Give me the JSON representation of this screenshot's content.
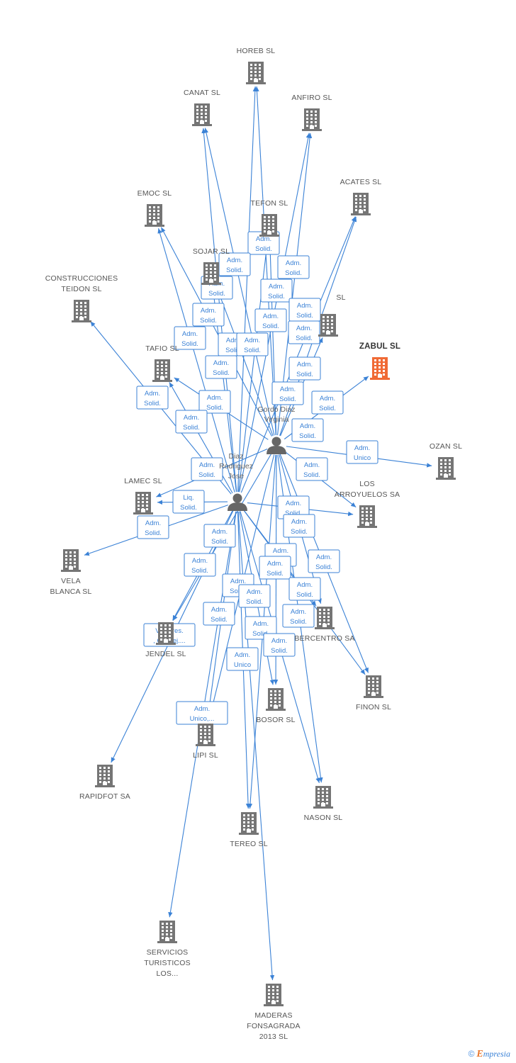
{
  "colors": {
    "edge": "#3b82d6",
    "building": "#757575",
    "focus_building": "#f06a35",
    "person": "#666666"
  },
  "footer": {
    "copyright": "©",
    "brand_initial": "E",
    "brand_rest": "mpresia"
  },
  "persons": [
    {
      "id": "p1",
      "lines": [
        "Gordo Diaz",
        "Virginia"
      ]
    },
    {
      "id": "p2",
      "lines": [
        "Diaz",
        "Rodriguez",
        "Jose"
      ]
    }
  ],
  "companies": [
    {
      "id": "horeb",
      "lines": [
        "HOREB SL"
      ]
    },
    {
      "id": "canat",
      "lines": [
        "CANAT SL"
      ]
    },
    {
      "id": "anfiro",
      "lines": [
        "ANFIRO SL"
      ]
    },
    {
      "id": "acates",
      "lines": [
        "ACATES SL"
      ]
    },
    {
      "id": "emoc",
      "lines": [
        "EMOC SL"
      ]
    },
    {
      "id": "tefon",
      "lines": [
        "TEFON SL"
      ]
    },
    {
      "id": "sojar",
      "lines": [
        "SOJAR SL"
      ]
    },
    {
      "id": "construcciones",
      "lines": [
        "CONSTRUCCIONES",
        "TEIDON SL"
      ]
    },
    {
      "id": "hidden_sl",
      "lines": [
        "SL"
      ]
    },
    {
      "id": "zabul",
      "lines": [
        "ZABUL SL"
      ],
      "focus": true
    },
    {
      "id": "tafio",
      "lines": [
        "TAFIO SL"
      ]
    },
    {
      "id": "ozan",
      "lines": [
        "OZAN SL"
      ]
    },
    {
      "id": "lamec",
      "lines": [
        "LAMEC SL"
      ]
    },
    {
      "id": "arroyuelos",
      "lines": [
        "LOS",
        "ARROYUELOS SA"
      ]
    },
    {
      "id": "vela",
      "lines": [
        "VELA",
        "BLANCA SL"
      ]
    },
    {
      "id": "bercentro",
      "lines": [
        "BERCENTRO SA"
      ]
    },
    {
      "id": "jendel",
      "lines": [
        "JENDEL SL"
      ]
    },
    {
      "id": "finon",
      "lines": [
        "FINON SL"
      ]
    },
    {
      "id": "bosor",
      "lines": [
        "BOSOR SL"
      ]
    },
    {
      "id": "lipi",
      "lines": [
        "LIPI SL"
      ]
    },
    {
      "id": "rapidfot",
      "lines": [
        "RAPIDFOT SA"
      ]
    },
    {
      "id": "nason",
      "lines": [
        "NASON SL"
      ]
    },
    {
      "id": "tereo",
      "lines": [
        "TEREO SL"
      ]
    },
    {
      "id": "servicios",
      "lines": [
        "SERVICIOS",
        "TURISTICOS",
        "LOS..."
      ]
    },
    {
      "id": "maderas",
      "lines": [
        "MADERAS",
        "FONSAGRADA",
        "2013  SL"
      ]
    }
  ],
  "edges": [
    {
      "from": "p1",
      "to": "horeb"
    },
    {
      "from": "p1",
      "to": "canat"
    },
    {
      "from": "p1",
      "to": "anfiro"
    },
    {
      "from": "p1",
      "to": "acates"
    },
    {
      "from": "p1",
      "to": "emoc"
    },
    {
      "from": "p1",
      "to": "tefon"
    },
    {
      "from": "p1",
      "to": "sojar"
    },
    {
      "from": "p1",
      "to": "hidden_sl"
    },
    {
      "from": "p1",
      "to": "zabul"
    },
    {
      "from": "p1",
      "to": "tafio"
    },
    {
      "from": "p1",
      "to": "ozan"
    },
    {
      "from": "p1",
      "to": "arroyuelos"
    },
    {
      "from": "p1",
      "to": "bercentro"
    },
    {
      "from": "p1",
      "to": "finon"
    },
    {
      "from": "p1",
      "to": "bosor"
    },
    {
      "from": "p1",
      "to": "nason"
    },
    {
      "from": "p1",
      "to": "tereo"
    },
    {
      "from": "p1",
      "to": "jendel"
    },
    {
      "from": "p1",
      "to": "lipi"
    },
    {
      "from": "p1",
      "to": "lamec"
    },
    {
      "from": "p2",
      "to": "horeb"
    },
    {
      "from": "p2",
      "to": "canat"
    },
    {
      "from": "p2",
      "to": "anfiro"
    },
    {
      "from": "p2",
      "to": "acates"
    },
    {
      "from": "p2",
      "to": "emoc"
    },
    {
      "from": "p2",
      "to": "tefon"
    },
    {
      "from": "p2",
      "to": "sojar"
    },
    {
      "from": "p2",
      "to": "construcciones"
    },
    {
      "from": "p2",
      "to": "tafio"
    },
    {
      "from": "p2",
      "to": "lamec"
    },
    {
      "from": "p2",
      "to": "vela"
    },
    {
      "from": "p2",
      "to": "arroyuelos"
    },
    {
      "from": "p2",
      "to": "jendel"
    },
    {
      "from": "p2",
      "to": "bercentro"
    },
    {
      "from": "p2",
      "to": "finon"
    },
    {
      "from": "p2",
      "to": "bosor"
    },
    {
      "from": "p2",
      "to": "lipi"
    },
    {
      "from": "p2",
      "to": "rapidfot"
    },
    {
      "from": "p2",
      "to": "nason"
    },
    {
      "from": "p2",
      "to": "tereo"
    },
    {
      "from": "p2",
      "to": "servicios"
    },
    {
      "from": "p2",
      "to": "maderas"
    }
  ],
  "roles": [
    {
      "lines": [
        "Adm.",
        "Solid."
      ]
    },
    {
      "lines": [
        "Adm.",
        "Solid."
      ]
    },
    {
      "lines": [
        "Adm.",
        "Solid."
      ]
    },
    {
      "lines": [
        "Adm.",
        "Solid."
      ]
    },
    {
      "lines": [
        "Adm.",
        "Solid."
      ]
    },
    {
      "lines": [
        "Adm.",
        "Solid."
      ]
    },
    {
      "lines": [
        "Adm.",
        "Solid."
      ]
    },
    {
      "lines": [
        "Adm.",
        "Solid."
      ]
    },
    {
      "lines": [
        "Adm.",
        "Solid."
      ]
    },
    {
      "lines": [
        "Adm.",
        "Solid."
      ]
    },
    {
      "lines": [
        "Adm.",
        "Solid."
      ]
    },
    {
      "lines": [
        "Adm.",
        "Solid."
      ]
    },
    {
      "lines": [
        "Adm.",
        "Solid."
      ]
    },
    {
      "lines": [
        "Adm.",
        "Solid."
      ]
    },
    {
      "lines": [
        "Adm.",
        "Solid."
      ]
    },
    {
      "lines": [
        "Adm.",
        "Solid."
      ]
    },
    {
      "lines": [
        "Adm.",
        "Solid."
      ]
    },
    {
      "lines": [
        "Adm.",
        "Solid."
      ]
    },
    {
      "lines": [
        "Adm.",
        "Solid."
      ]
    },
    {
      "lines": [
        "Adm.",
        "Solid."
      ]
    },
    {
      "lines": [
        "Adm.",
        "Unico"
      ]
    },
    {
      "lines": [
        "Adm.",
        "Solid."
      ]
    },
    {
      "lines": [
        "Adm.",
        "Solid."
      ]
    },
    {
      "lines": [
        "Liq.",
        "Solid."
      ]
    },
    {
      "lines": [
        "Adm.",
        "Solid."
      ]
    },
    {
      "lines": [
        "Adm.",
        "Solid."
      ]
    },
    {
      "lines": [
        "Adm.",
        "Solid."
      ]
    },
    {
      "lines": [
        "Adm.",
        "Solid."
      ]
    },
    {
      "lines": [
        "Adm.",
        "Solid."
      ]
    },
    {
      "lines": [
        "Adm.",
        "Solid."
      ]
    },
    {
      "lines": [
        "Adm.",
        "Solid."
      ]
    },
    {
      "lines": [
        "Adm.",
        "Solid."
      ]
    },
    {
      "lines": [
        "Adm.",
        "Solid."
      ]
    },
    {
      "lines": [
        "Adm.",
        "Solid."
      ]
    },
    {
      "lines": [
        "Adm.",
        "Solid."
      ]
    },
    {
      "lines": [
        "Adm.",
        "Solid."
      ]
    },
    {
      "lines": [
        "Adm.",
        "Solid."
      ]
    },
    {
      "lines": [
        "Adm.",
        "Solid."
      ]
    },
    {
      "lines": [
        "Adm.",
        "Solid."
      ]
    },
    {
      "lines": [
        "Adm.",
        "Unico"
      ]
    },
    {
      "lines": [
        "Vicepres.",
        ", Consej...."
      ]
    },
    {
      "lines": [
        "Adm.",
        "Unico,..."
      ]
    }
  ]
}
